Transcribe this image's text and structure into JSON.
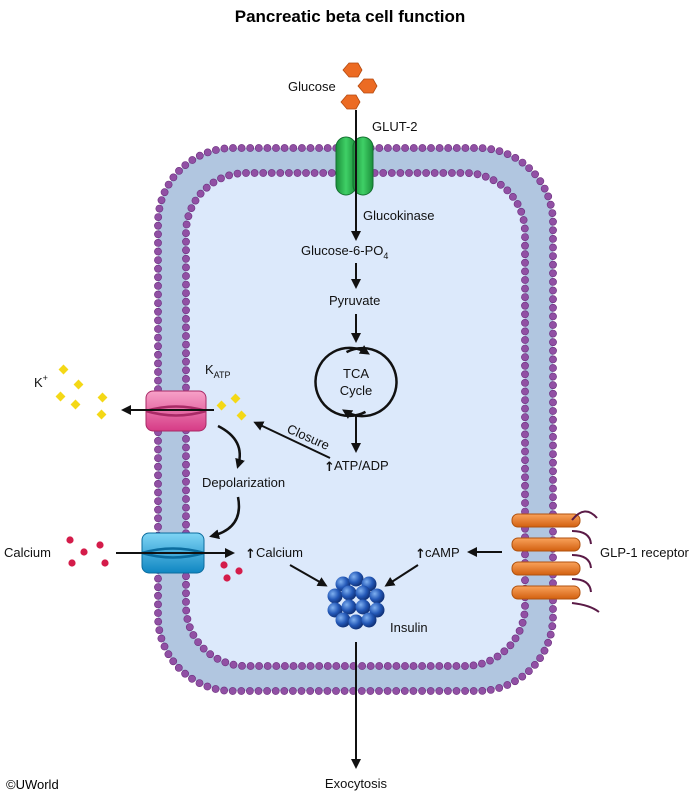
{
  "title": "Pancreatic beta cell function",
  "labels": {
    "glucose": "Glucose",
    "glut2": "GLUT-2",
    "glucokinase": "Glucokinase",
    "glucose6po4_main": "Glucose-6-PO",
    "glucose6po4_sub": "4",
    "pyruvate": "Pyruvate",
    "tca_line1": "TCA",
    "tca_line2": "Cycle",
    "katp_main": "K",
    "katp_sub": "ATP",
    "k_main": "K",
    "k_sup": "+",
    "closure": "Closure",
    "atp_adp": "ATP/ADP",
    "depolarization": "Depolarization",
    "calcium_outside": "Calcium",
    "calcium_inside": "Calcium",
    "camp": "cAMP",
    "glp1_receptor": "GLP-1 receptor",
    "insulin": "Insulin",
    "exocytosis": "Exocytosis"
  },
  "copyright": "©UWorld",
  "colors": {
    "membrane_band": "#b1c6e0",
    "cytoplasm": "#dce9fb",
    "phospholipid_head": "#9150a4",
    "glucose": "#ec6b23",
    "glut2": "#27b14b",
    "katp_channel": "#e6589d",
    "potassium": "#f4d816",
    "calcium_channel": "#1aa6de",
    "calcium": "#d41c4a",
    "glp1_receptor": "#ef7a26",
    "insulin": "#1f4ea6"
  }
}
